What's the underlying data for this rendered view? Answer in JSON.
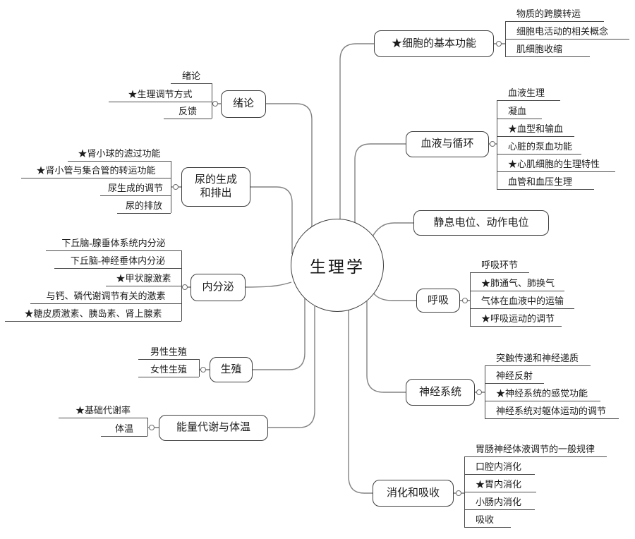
{
  "map": {
    "center": "生理学",
    "right": [
      {
        "label": "★细胞的基本功能",
        "children": [
          "物质的跨膜转运",
          "细胞电活动的相关概念",
          "肌细胞收缩"
        ]
      },
      {
        "label": "血液与循环",
        "children": [
          "血液生理",
          "凝血",
          "★血型和输血",
          "心脏的泵血功能",
          "★心肌细胞的生理特性",
          "血管和血压生理"
        ]
      },
      {
        "label": "静息电位、动作电位",
        "children": []
      },
      {
        "label": "呼吸",
        "children": [
          "呼吸环节",
          "★肺通气、肺换气",
          "气体在血液中的运输",
          "★呼吸运动的调节"
        ]
      },
      {
        "label": "神经系统",
        "children": [
          "突触传递和神经递质",
          "神经反射",
          "★神经系统的感觉功能",
          "神经系统对躯体运动的调节"
        ]
      },
      {
        "label": "消化和吸收",
        "children": [
          "胃肠神经体液调节的一般规律",
          "口腔内消化",
          "★胃内消化",
          "小肠内消化",
          "吸收"
        ]
      }
    ],
    "left": [
      {
        "label": "绪论",
        "children": [
          "绪论",
          "★生理调节方式",
          "反馈"
        ]
      },
      {
        "label": "尿的生成和排出",
        "label_lines": [
          "尿的生成",
          "和排出"
        ],
        "children": [
          "★肾小球的滤过功能",
          "★肾小管与集合管的转运功能",
          "尿生成的调节",
          "尿的排放"
        ]
      },
      {
        "label": "内分泌",
        "children": [
          "下丘脑-腺垂体系统内分泌",
          "下丘脑-神经垂体内分泌",
          "★甲状腺激素",
          "与钙、磷代谢调节有关的激素",
          "★糖皮质激素、胰岛素、肾上腺素"
        ]
      },
      {
        "label": "生殖",
        "children": [
          "男性生殖",
          "女性生殖"
        ]
      },
      {
        "label": "能量代谢与体温",
        "children": [
          "★基础代谢率",
          "体温"
        ]
      }
    ],
    "colors": {
      "background": "#ffffff",
      "edge": "#828282",
      "node_border": "#3d3d3d",
      "underline": "#4a4a4a",
      "text": "#1c1c1c"
    }
  }
}
